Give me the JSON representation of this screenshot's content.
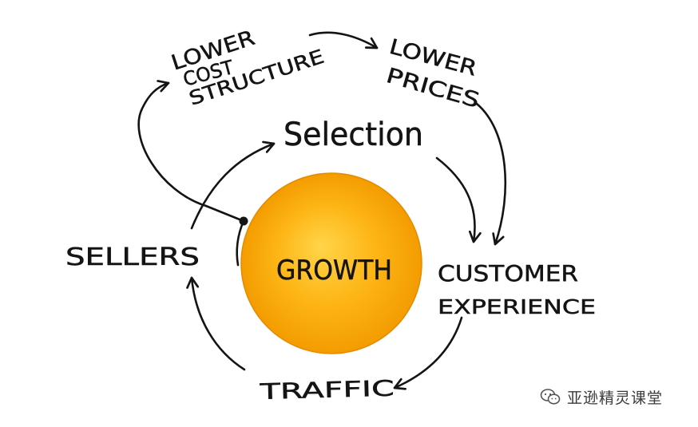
{
  "diagram": {
    "center": {
      "label": "GROWTH"
    },
    "nodes": {
      "lower_cost_structure": {
        "lines": [
          "LOWER",
          "COST",
          "STRUCTURE"
        ]
      },
      "lower_prices": {
        "lines": [
          "LOWER",
          "PRICES"
        ]
      },
      "selection": {
        "label": "Selection"
      },
      "customer_experience": {
        "lines": [
          "CUSTOMER",
          "EXPERIENCE"
        ]
      },
      "traffic": {
        "label": "TRAFFIC"
      },
      "sellers": {
        "label": "SELLERS"
      }
    },
    "colors": {
      "ink": "#141414",
      "circle_inner": "#FFD54A",
      "circle_mid": "#FDB515",
      "circle_outer": "#F39C00",
      "background": "#FFFFFF"
    }
  },
  "watermark": {
    "icon": "wechat-icon",
    "text": "亚逊精灵课堂"
  }
}
